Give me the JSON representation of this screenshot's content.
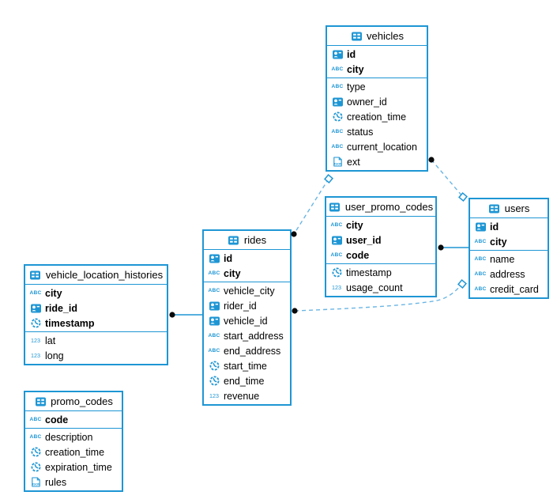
{
  "diagram": {
    "type": "er-schema",
    "background": "#ffffff",
    "accent_color": "#1e96d4",
    "dashed_relation_color": "#6ab5e4",
    "endpoint_dot_color": "#000000"
  },
  "icons": {
    "text_label": "ABC",
    "number_label": "123",
    "json_label": "JSON",
    "table_icon": "table-grid",
    "id_icon": "id-badge",
    "time_icon": "clock"
  },
  "tables": [
    {
      "name": "vehicles",
      "primary_keys": [
        {
          "type": "id-badge",
          "label": "id"
        },
        {
          "type": "text",
          "label": "city"
        }
      ],
      "columns": [
        {
          "type": "text",
          "label": "type"
        },
        {
          "type": "id-badge",
          "label": "owner_id"
        },
        {
          "type": "clock",
          "label": "creation_time"
        },
        {
          "type": "text",
          "label": "status"
        },
        {
          "type": "text",
          "label": "current_location"
        },
        {
          "type": "json",
          "label": "ext"
        }
      ]
    },
    {
      "name": "user_promo_codes",
      "primary_keys": [
        {
          "type": "text",
          "label": "city"
        },
        {
          "type": "id-badge",
          "label": "user_id"
        },
        {
          "type": "text",
          "label": "code"
        }
      ],
      "columns": [
        {
          "type": "clock",
          "label": "timestamp"
        },
        {
          "type": "number",
          "label": "usage_count"
        }
      ]
    },
    {
      "name": "users",
      "primary_keys": [
        {
          "type": "id-badge",
          "label": "id"
        },
        {
          "type": "text",
          "label": "city"
        }
      ],
      "columns": [
        {
          "type": "text",
          "label": "name"
        },
        {
          "type": "text",
          "label": "address"
        },
        {
          "type": "text",
          "label": "credit_card"
        }
      ]
    },
    {
      "name": "rides",
      "primary_keys": [
        {
          "type": "id-badge",
          "label": "id"
        },
        {
          "type": "text",
          "label": "city"
        }
      ],
      "columns": [
        {
          "type": "text",
          "label": "vehicle_city"
        },
        {
          "type": "id-badge",
          "label": "rider_id"
        },
        {
          "type": "id-badge",
          "label": "vehicle_id"
        },
        {
          "type": "text",
          "label": "start_address"
        },
        {
          "type": "text",
          "label": "end_address"
        },
        {
          "type": "clock",
          "label": "start_time"
        },
        {
          "type": "clock",
          "label": "end_time"
        },
        {
          "type": "number",
          "label": "revenue"
        }
      ]
    },
    {
      "name": "vehicle_location_histories",
      "primary_keys": [
        {
          "type": "text",
          "label": "city"
        },
        {
          "type": "id-badge",
          "label": "ride_id"
        },
        {
          "type": "clock",
          "label": "timestamp"
        }
      ],
      "columns": [
        {
          "type": "number",
          "label": "lat"
        },
        {
          "type": "number",
          "label": "long"
        }
      ]
    },
    {
      "name": "promo_codes",
      "primary_keys": [
        {
          "type": "text",
          "label": "code"
        }
      ],
      "columns": [
        {
          "type": "text",
          "label": "description"
        },
        {
          "type": "clock",
          "label": "creation_time"
        },
        {
          "type": "clock",
          "label": "expiration_time"
        },
        {
          "type": "json",
          "label": "rules"
        }
      ]
    }
  ],
  "relations": [
    {
      "from": "vehicle_location_histories",
      "to": "rides",
      "line": "solid",
      "from_marker": "dot",
      "to_marker": "none"
    },
    {
      "from": "user_promo_codes",
      "to": "users",
      "line": "solid",
      "from_marker": "dot",
      "to_marker": "none"
    },
    {
      "from": "vehicles",
      "to": "rides",
      "line": "dashed",
      "from_marker": "diamond",
      "to_marker": "dot"
    },
    {
      "from": "vehicles",
      "to": "users",
      "line": "dashed",
      "from_marker": "dot",
      "to_marker": "diamond"
    },
    {
      "from": "rides",
      "to": "users",
      "line": "dashed",
      "from_marker": "dot",
      "to_marker": "diamond"
    }
  ]
}
